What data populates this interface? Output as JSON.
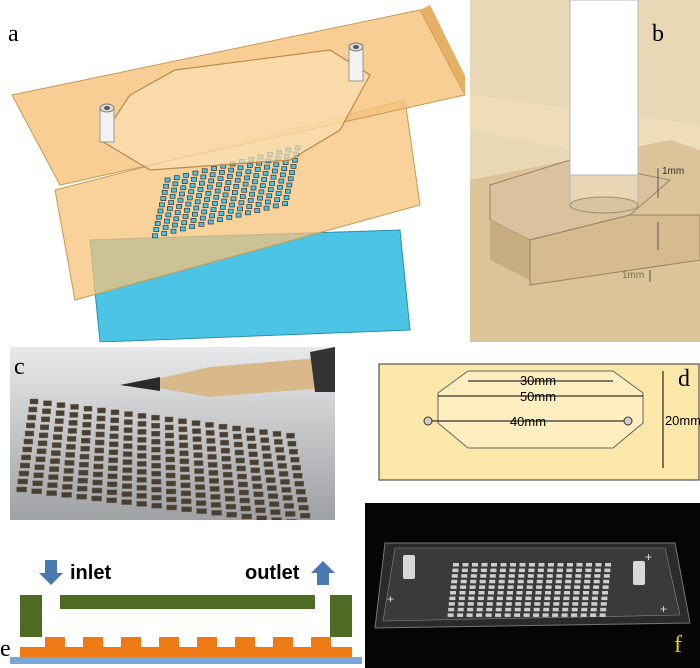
{
  "panels": {
    "a": {
      "label": "a"
    },
    "b": {
      "label": "b",
      "dim_top": "1mm",
      "dim_bottom": "1mm"
    },
    "c": {
      "label": "c"
    },
    "d": {
      "label": "d",
      "dim_30": "30mm",
      "dim_50": "50mm",
      "dim_40": "40mm",
      "dim_20": "20mm"
    },
    "e": {
      "label": "e",
      "inlet": "inlet",
      "outlet": "outlet"
    },
    "f": {
      "label": "f",
      "plus": "+"
    }
  },
  "colors": {
    "acrylic": "#f6c27a",
    "glass": "#4cc4e6",
    "channel_green": "#4d6b22",
    "substrate_orange": "#ee7a16",
    "substrate_blue": "#7aa6d6",
    "arrow_blue": "#4a78b0",
    "label_f_yellow": "#f0d000"
  },
  "micropillar_array": {
    "rows": 10,
    "cols": 15
  }
}
